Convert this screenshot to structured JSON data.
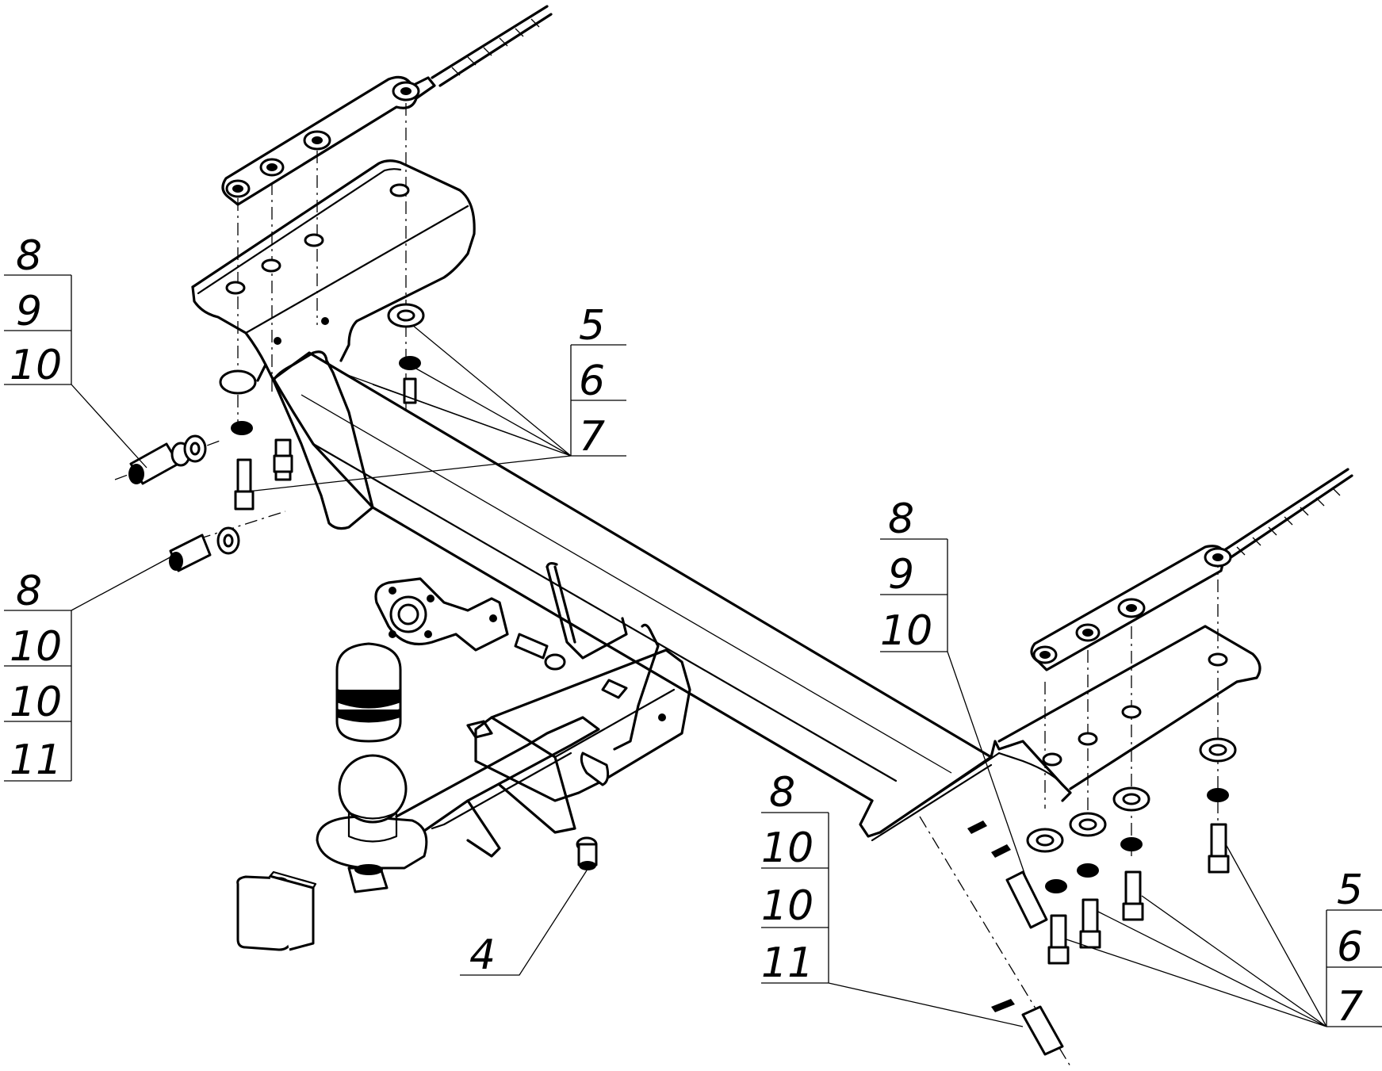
{
  "callouts": {
    "top_left": [
      "8",
      "9",
      "10"
    ],
    "mid_left": [
      "8",
      "10",
      "10",
      "11"
    ],
    "top_center": [
      "5",
      "6",
      "7"
    ],
    "right_mid": [
      "8",
      "9",
      "10"
    ],
    "bottom_center": [
      "8",
      "10",
      "10",
      "11"
    ],
    "bottom_right": [
      "5",
      "6",
      "7"
    ],
    "bottom_single": [
      "4"
    ]
  }
}
